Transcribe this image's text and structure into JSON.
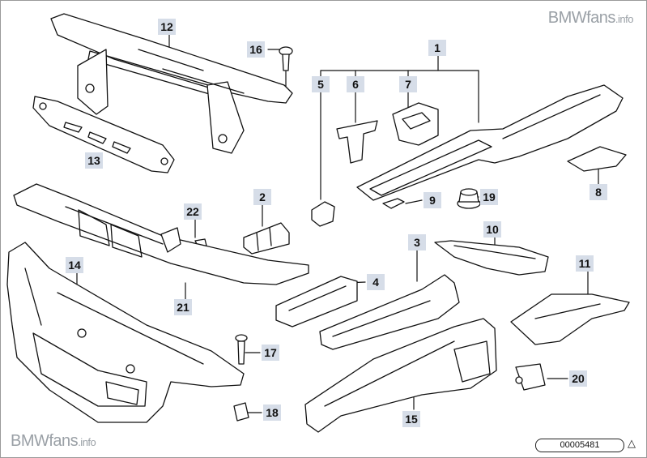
{
  "watermark": {
    "top_brand": "BMWfans",
    "top_suffix": ".info",
    "bottom_brand": "BMWfans",
    "bottom_suffix": ".info"
  },
  "reference_number": "00005481",
  "corner_symbol": "△",
  "callouts": [
    "1",
    "2",
    "3",
    "4",
    "5",
    "6",
    "7",
    "8",
    "9",
    "10",
    "11",
    "12",
    "13",
    "14",
    "15",
    "16",
    "17",
    "18",
    "19",
    "20",
    "21",
    "22"
  ]
}
